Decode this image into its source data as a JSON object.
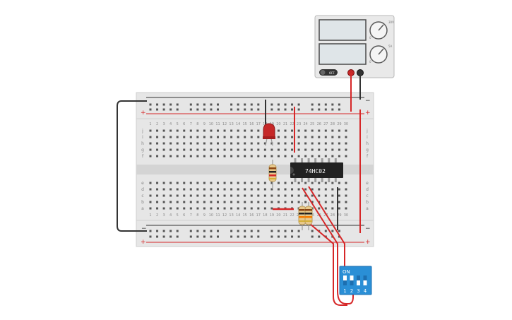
{
  "power_supply": {
    "off_label": "OFF",
    "knob_top_max": "30V",
    "knob_top_min": "0",
    "knob_bottom_max": "5A",
    "knob_bottom_min": "0"
  },
  "breadboard": {
    "plus_symbol": "+",
    "minus_symbol": "−",
    "column_numbers_top": [
      "1",
      "2",
      "3",
      "4",
      "5",
      "6",
      "7",
      "8",
      "9",
      "10",
      "11",
      "12",
      "13",
      "14",
      "15",
      "16",
      "17",
      "18",
      "19",
      "20",
      "21",
      "22",
      "23",
      "24",
      "25",
      "26",
      "27",
      "28",
      "29",
      "30"
    ],
    "row_letters_top": [
      "j",
      "i",
      "h",
      "g",
      "f"
    ],
    "row_letters_bottom": [
      "e",
      "d",
      "c",
      "b",
      "a"
    ]
  },
  "ic": {
    "label": "74HC02"
  },
  "dip_switch": {
    "on_label": "ON",
    "switch_numbers": [
      "1",
      "2",
      "3",
      "4"
    ],
    "states": [
      true,
      true,
      false,
      false
    ]
  },
  "colors": {
    "wire_red": "#d62728",
    "wire_black": "#333333",
    "breadboard": "#e6e6e6",
    "ic_body": "#222222",
    "dip_body": "#2a8fd6",
    "led": "#c62828"
  }
}
